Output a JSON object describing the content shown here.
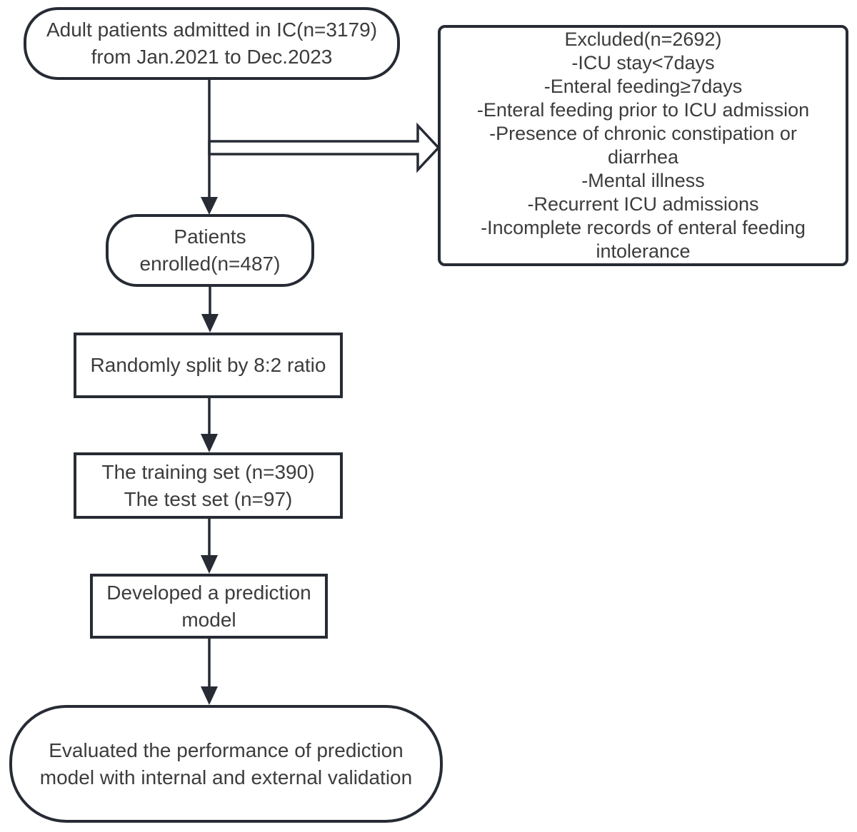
{
  "figure": {
    "type": "flowchart",
    "background_color": "#ffffff",
    "line_color": "#262b34",
    "text_color": "#3c3c3c"
  },
  "nodes": {
    "population": {
      "shape": "rounded",
      "lines": [
        "Adult patients admitted in IC(n=3179)",
        "from Jan.2021 to Dec.2023"
      ]
    },
    "excluded": {
      "shape": "rectangle",
      "title": "Excluded(n=2692)",
      "items": [
        "-ICU stay<7days",
        "-Enteral feeding≥7days",
        "-Enteral feeding prior to ICU admission",
        "-Presence of chronic constipation or diarrhea",
        "-Mental illness",
        "-Recurrent ICU admissions",
        "-Incomplete records of enteral feeding intolerance"
      ]
    },
    "enrolled": {
      "shape": "rounded",
      "lines": [
        "Patients",
        "enrolled(n=487)"
      ]
    },
    "split": {
      "shape": "rectangle",
      "lines": [
        "Randomly split by 8:2 ratio"
      ]
    },
    "sets": {
      "shape": "rectangle",
      "lines": [
        "The training set (n=390)",
        "The test set (n=97)"
      ]
    },
    "model": {
      "shape": "rectangle",
      "lines": [
        "Developed a prediction",
        "model"
      ]
    },
    "evaluation": {
      "shape": "rounded",
      "lines": [
        "Evaluated the performance of prediction",
        "model with internal and external validation"
      ]
    }
  }
}
